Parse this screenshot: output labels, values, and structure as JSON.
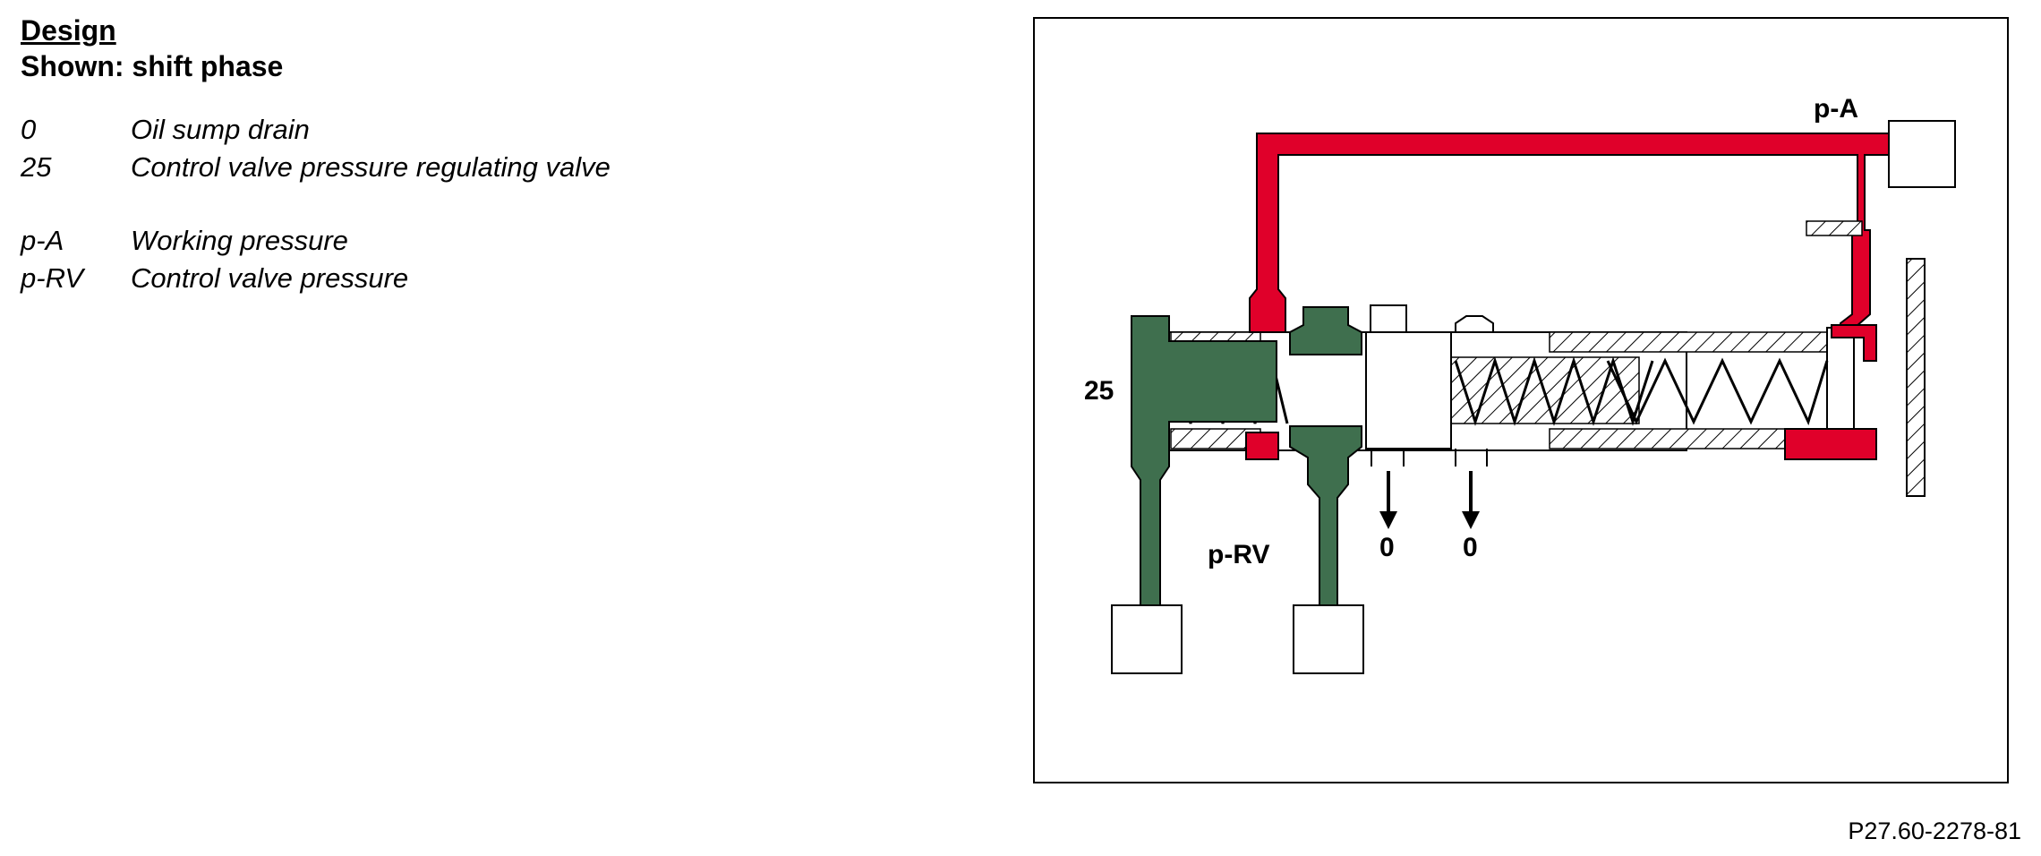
{
  "legend": {
    "title": "Design",
    "subtitle": "Shown: shift phase",
    "items": [
      {
        "code": "0",
        "text": "Oil sump drain"
      },
      {
        "code": "25",
        "text": "Control valve pressure regulating valve"
      },
      {
        "code": "p-A",
        "text": "Working pressure"
      },
      {
        "code": "p-RV",
        "text": "Control valve pressure"
      }
    ]
  },
  "diagram": {
    "labels": {
      "valve": "25",
      "working_pressure": "p-A",
      "control_pressure": "p-RV",
      "drain_1": "0",
      "drain_2": "0"
    },
    "colors": {
      "working_pressure": "#e0002a",
      "control_pressure": "#3f6f4e",
      "hatch": "#000000"
    }
  },
  "figure_id": "P27.60-2278-81"
}
